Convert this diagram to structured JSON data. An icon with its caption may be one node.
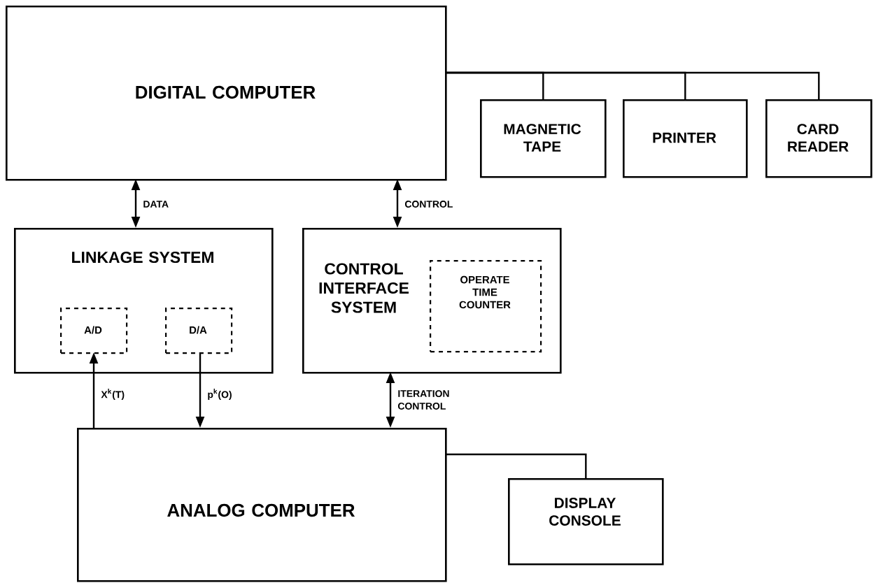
{
  "diagram": {
    "nodes": [
      {
        "text": [
          "DIGITAL COMPUTER"
        ]
      },
      {
        "text": [
          "MAGNETIC TAPE"
        ]
      },
      {
        "text": [
          "PRINTER"
        ]
      },
      {
        "text": [
          "CARD READER"
        ]
      },
      {
        "text": [
          "LINKAGE SYSTEM"
        ]
      },
      {
        "text": [
          "A/D"
        ],
        "in": 4
      },
      {
        "text": [
          "D/A"
        ],
        "in": 4
      },
      {
        "text": [
          "CONTROL INTERFACE SYSTEM"
        ]
      },
      {
        "text": [
          "OPERATE TIME COUNTER"
        ],
        "in": 7
      },
      {
        "text": [
          "ANALOG COMPUTER"
        ]
      },
      {
        "text": [
          "DISPLAY CONSOLE"
        ]
      }
    ],
    "edges": [
      {
        "from": 0,
        "to": 4,
        "arrow": "both",
        "label": "DATA"
      },
      {
        "from": 0,
        "to": 7,
        "arrow": "both",
        "label": "CONTROL"
      },
      {
        "from": 0,
        "to": 1,
        "arrow": "none"
      },
      {
        "from": 0,
        "to": 2,
        "arrow": "none"
      },
      {
        "from": 0,
        "to": 3,
        "arrow": "none"
      },
      {
        "from": 9,
        "to": 5,
        "arrow": "to",
        "label": "X$^{k}$(T)"
      },
      {
        "from": 6,
        "to": 9,
        "arrow": "to",
        "label": "p$^{k}$(O)"
      },
      {
        "from": 7,
        "to": 9,
        "arrow": "both",
        "label": "ITERATION CONTROL"
      },
      {
        "from": 9,
        "to": 10,
        "arrow": "none"
      }
    ]
  }
}
